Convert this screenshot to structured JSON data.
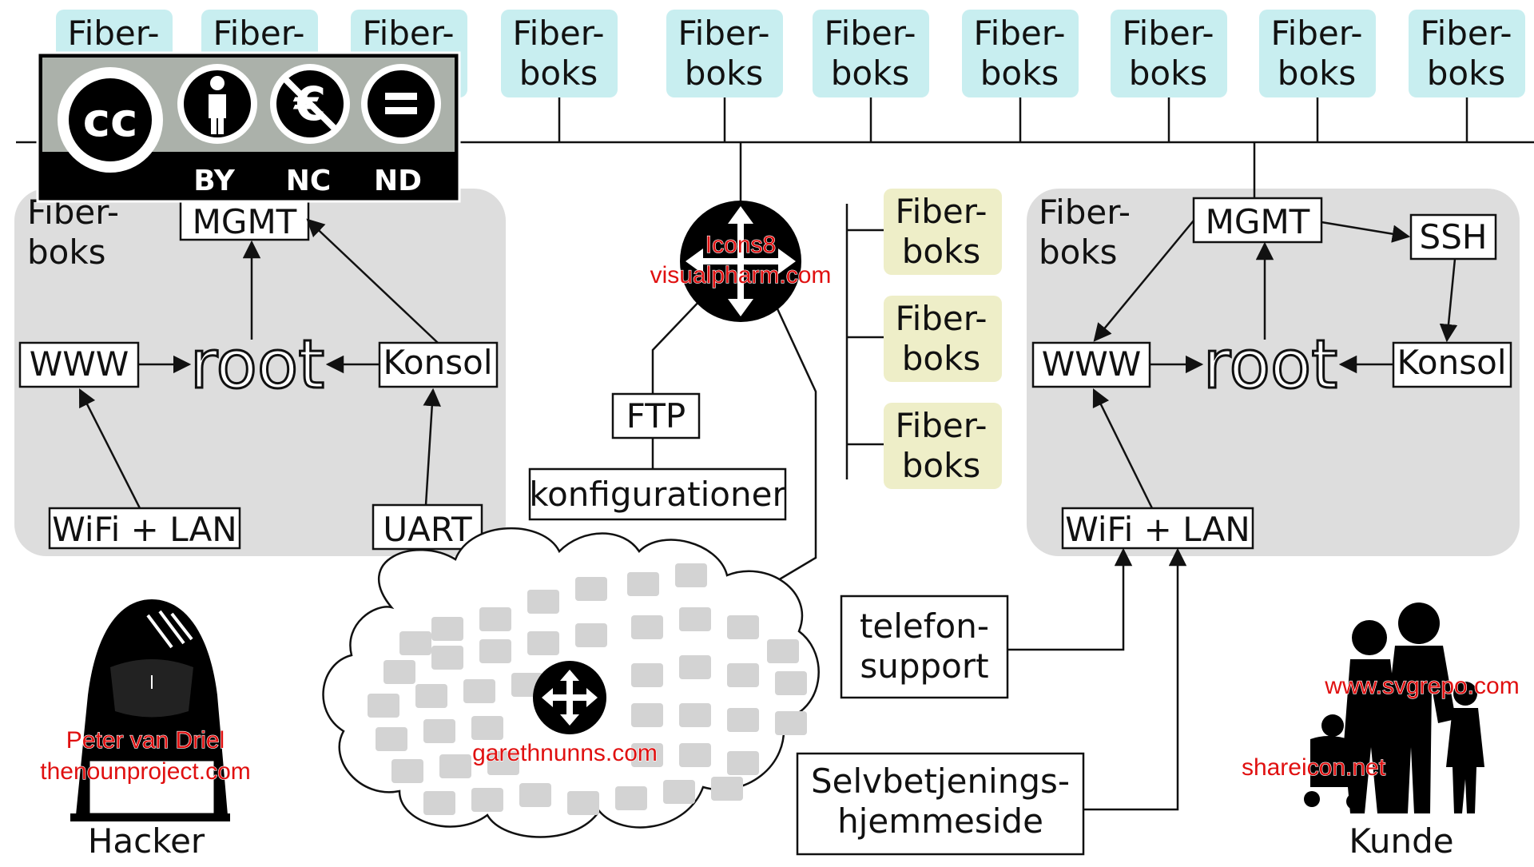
{
  "top_boxes": [
    "Fiber-\nboks",
    "Fiber-\nboks",
    "Fiber-\nboks",
    "Fiber-\nboks",
    "Fiber-\nboks",
    "Fiber-\nboks",
    "Fiber-\nboks",
    "Fiber-\nboks",
    "Fiber-\nboks",
    "Fiber-\nboks"
  ],
  "side_boxes": [
    "Fiber-\nboks",
    "Fiber-\nboks",
    "Fiber-\nboks"
  ],
  "left_group": {
    "title": "Fiber-\nboks",
    "mgmt": "MGMT",
    "www": "WWW",
    "root": "root",
    "konsol": "Konsol",
    "wifi": "WiFi + LAN",
    "uart": "UART"
  },
  "right_group": {
    "title": "Fiber-\nboks",
    "mgmt": "MGMT",
    "ssh": "SSH",
    "www": "WWW",
    "root": "root",
    "konsol": "Konsol",
    "wifi": "WiFi + LAN"
  },
  "ftp": "FTP",
  "konfig": "konfigurationer",
  "telefon": "telefon-\nsupport",
  "selv": "Selvbetjenings-\nhjemmeside",
  "hacker": "Hacker",
  "kunde": "Kunde",
  "license": {
    "by": "BY",
    "nc": "NC",
    "nd": "ND",
    "cc": "cc"
  },
  "credits": {
    "router_1": "Icons8",
    "router_2": "visualpharm.com",
    "hacker_1": "Peter van Driel",
    "hacker_2": "thenounproject.com",
    "cloud": "garethnunns.com",
    "family_1": "www.svgrepo.com",
    "family_2": "shareicon.net"
  },
  "colors": {
    "fiber_top": "#c8eef0",
    "fiber_side": "#eeeec8",
    "group_bg": "#dddddd",
    "credit_red": "#e01010",
    "cloud_block": "#d3d3d3"
  }
}
